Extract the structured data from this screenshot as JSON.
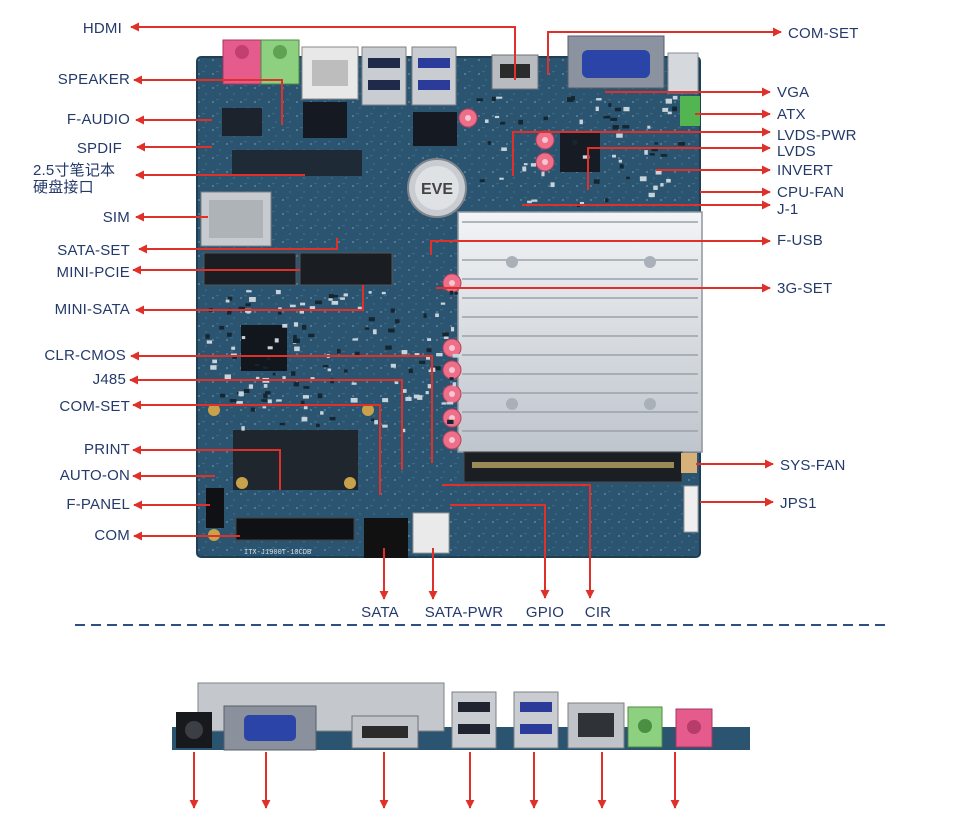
{
  "colors": {
    "arrow": "#e0302a",
    "label": "#243a6b",
    "pcb": "#2a5470",
    "heatsink": "#d9dde2"
  },
  "left_labels": [
    {
      "id": "hdmi",
      "text": "HDMI"
    },
    {
      "id": "speaker",
      "text": "SPEAKER"
    },
    {
      "id": "f-audio",
      "text": "F-AUDIO"
    },
    {
      "id": "spdif",
      "text": "SPDIF"
    },
    {
      "id": "hdd-line1",
      "text": "2.5寸笔记本"
    },
    {
      "id": "hdd-line2",
      "text": "硬盘接口"
    },
    {
      "id": "sim",
      "text": "SIM"
    },
    {
      "id": "sata-set",
      "text": "SATA-SET"
    },
    {
      "id": "mini-pcie",
      "text": "MINI-PCIE"
    },
    {
      "id": "mini-sata",
      "text": "MINI-SATA"
    },
    {
      "id": "clr-cmos",
      "text": "CLR-CMOS"
    },
    {
      "id": "j485",
      "text": "J485"
    },
    {
      "id": "com-set-left",
      "text": "COM-SET"
    },
    {
      "id": "print",
      "text": "PRINT"
    },
    {
      "id": "auto-on",
      "text": "AUTO-ON"
    },
    {
      "id": "f-panel",
      "text": "F-PANEL"
    },
    {
      "id": "com",
      "text": "COM"
    }
  ],
  "right_labels": [
    {
      "id": "com-set-right",
      "text": "COM-SET"
    },
    {
      "id": "vga",
      "text": "VGA"
    },
    {
      "id": "atx",
      "text": "ATX"
    },
    {
      "id": "lvds-pwr",
      "text": "LVDS-PWR"
    },
    {
      "id": "lvds",
      "text": "LVDS"
    },
    {
      "id": "invert",
      "text": "INVERT"
    },
    {
      "id": "cpu-fan",
      "text": "CPU-FAN"
    },
    {
      "id": "j-1",
      "text": "J-1"
    },
    {
      "id": "f-usb",
      "text": "F-USB"
    },
    {
      "id": "3g-set",
      "text": "3G-SET"
    },
    {
      "id": "sys-fan",
      "text": "SYS-FAN"
    },
    {
      "id": "jps1",
      "text": "JPS1"
    }
  ],
  "bottom_labels": [
    {
      "id": "sata",
      "text": "SATA"
    },
    {
      "id": "sata-pwr",
      "text": "SATA-PWR"
    },
    {
      "id": "gpio",
      "text": "GPIO"
    },
    {
      "id": "cir",
      "text": "CIR"
    }
  ],
  "board": {
    "battery_text": "EVE",
    "model_text": "ITX-J1900T-10CDB"
  }
}
